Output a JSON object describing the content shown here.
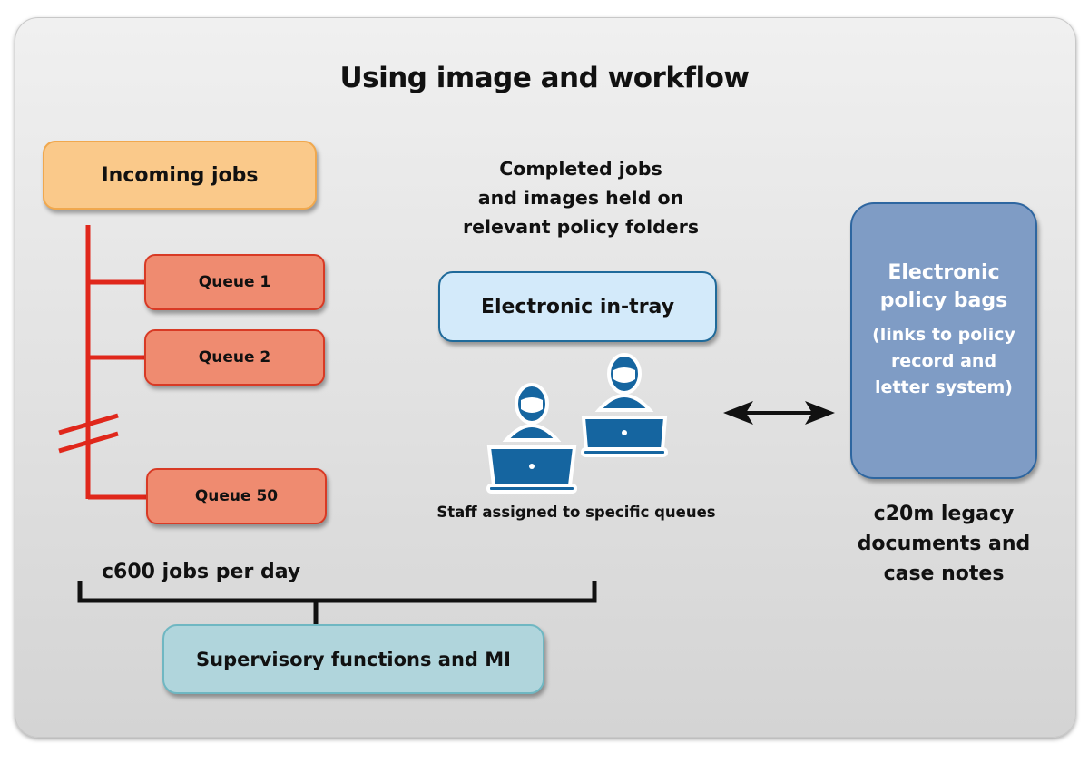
{
  "title": "Using image and workflow",
  "incoming": {
    "label": "Incoming jobs"
  },
  "queues": [
    {
      "label": "Queue 1"
    },
    {
      "label": "Queue 2"
    },
    {
      "label": "Queue 50"
    }
  ],
  "completed_note": [
    "Completed jobs",
    "and images held on",
    "relevant policy folders"
  ],
  "intray": {
    "label": "Electronic in-tray"
  },
  "staff": {
    "caption": "Staff assigned to specific queues",
    "icon": "person-at-laptop-icon",
    "count": 2
  },
  "policy_bags": {
    "title": [
      "Electronic",
      "policy bags"
    ],
    "subtitle": [
      "(links to policy",
      "record and",
      "letter system)"
    ]
  },
  "legacy_note": [
    "c20m legacy",
    "documents and",
    "case notes"
  ],
  "volume_note": "c600 jobs per day",
  "supervisory": {
    "label": "Supervisory functions and MI"
  },
  "colors": {
    "incoming_fill": "#fac98a",
    "queue_fill": "#ef8b70",
    "queue_line": "#e0271b",
    "intray_fill": "#d3eafa",
    "bags_fill": "#7f9cc5",
    "supervisory_fill": "#b0d5dc",
    "staff_icon": "#1565a0"
  }
}
